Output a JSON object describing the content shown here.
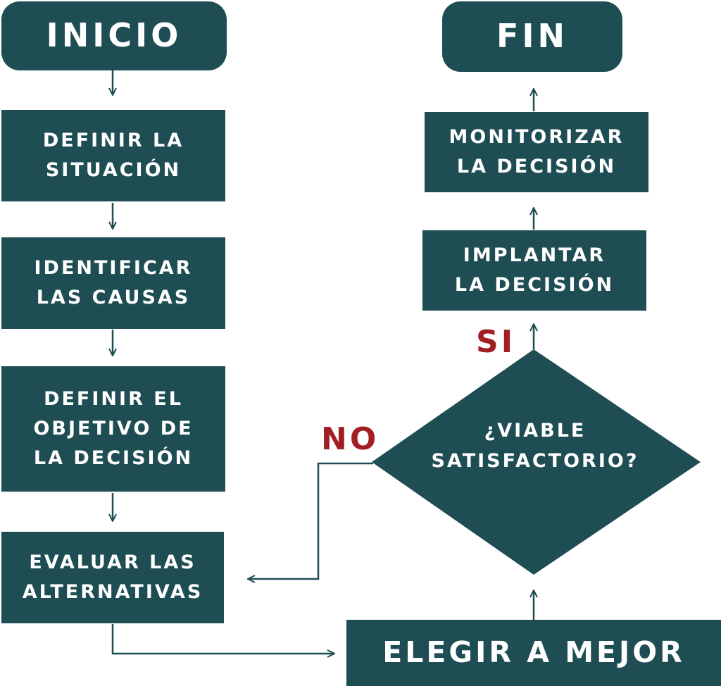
{
  "diagram": {
    "start": "INICIO",
    "end": "FIN",
    "steps": {
      "define_situation": "DEFINIR LA\nSITUACIÓN",
      "identify_causes": "IDENTIFICAR\nLAS CAUSAS",
      "define_objective": "DEFINIR EL\nOBJETIVO DE\nLA DECISIÓN",
      "evaluate_alternatives": "EVALUAR LAS\nALTERNATIVAS",
      "choose_best": "ELEGIR A MEJOR",
      "implement": "IMPLANTAR\nLA DECISIÓN",
      "monitor": "MONITORIZAR\nLA DECISIÓN"
    },
    "decision": "¿VIABLE\nSATISFACTORIO?",
    "yes_label": "SI",
    "no_label": "NO",
    "colors": {
      "node": "#1e4d54",
      "label": "#a01f24",
      "text": "#ffffff"
    }
  }
}
